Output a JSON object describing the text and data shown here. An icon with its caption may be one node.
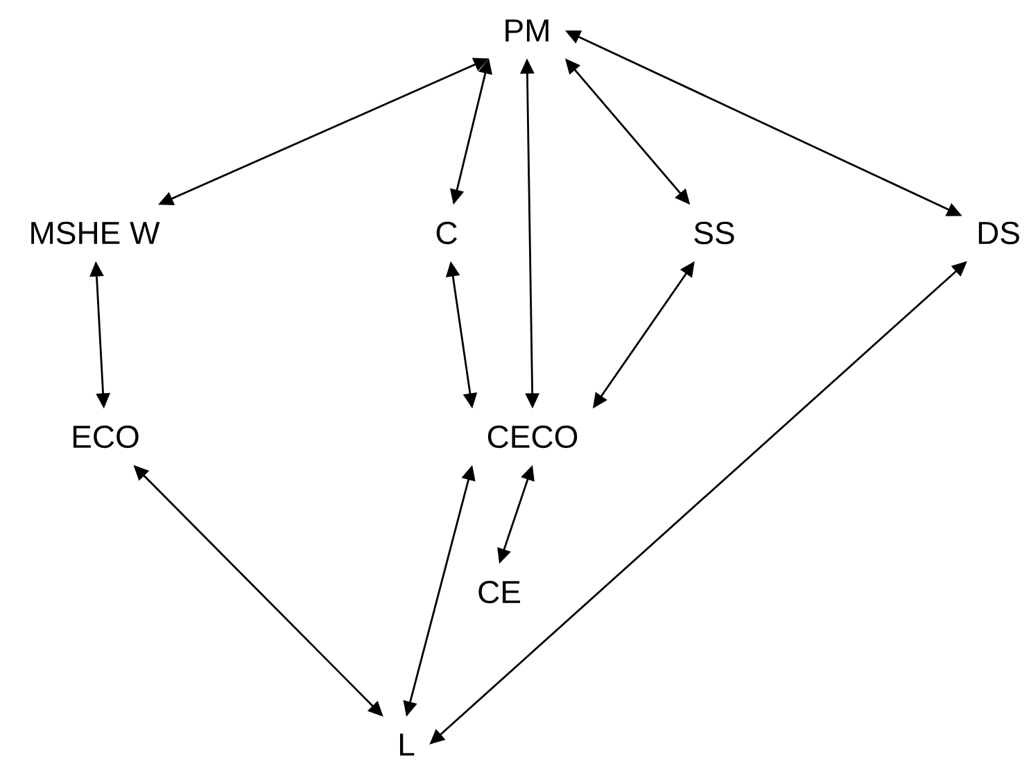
{
  "diagram": {
    "nodes": [
      {
        "text": [
          "PM"
        ]
      },
      {
        "text": [
          "MSHE W"
        ]
      },
      {
        "text": [
          "C"
        ]
      },
      {
        "text": [
          "SS"
        ]
      },
      {
        "text": [
          "DS"
        ]
      },
      {
        "text": [
          "ECO"
        ]
      },
      {
        "text": [
          "CECO"
        ]
      },
      {
        "text": [
          "CE"
        ]
      },
      {
        "text": [
          "L"
        ]
      }
    ],
    "edges": [
      {
        "from": 0,
        "to": 1,
        "arrow": "both"
      },
      {
        "from": 0,
        "to": 2,
        "arrow": "both"
      },
      {
        "from": 0,
        "to": 6,
        "arrow": "both"
      },
      {
        "from": 0,
        "to": 3,
        "arrow": "both"
      },
      {
        "from": 0,
        "to": 4,
        "arrow": "both"
      },
      {
        "from": 1,
        "to": 5,
        "arrow": "both"
      },
      {
        "from": 2,
        "to": 6,
        "arrow": "both"
      },
      {
        "from": 3,
        "to": 6,
        "arrow": "both"
      },
      {
        "from": 5,
        "to": 8,
        "arrow": "both"
      },
      {
        "from": 6,
        "to": 8,
        "arrow": "both"
      },
      {
        "from": 6,
        "to": 7,
        "arrow": "both"
      },
      {
        "from": 4,
        "to": 8,
        "arrow": "both"
      }
    ]
  }
}
